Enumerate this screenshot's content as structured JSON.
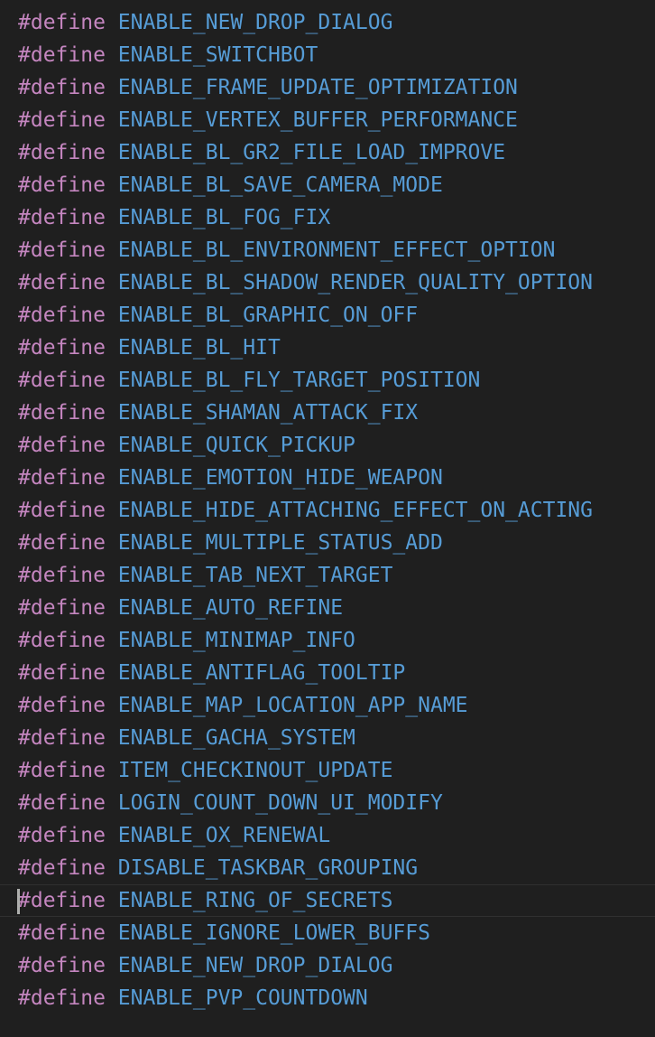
{
  "editor": {
    "keyword": "#define",
    "active_line_index": 27,
    "lines": [
      {
        "macro": "ENABLE_NEW_DROP_DIALOG"
      },
      {
        "macro": "ENABLE_SWITCHBOT"
      },
      {
        "macro": "ENABLE_FRAME_UPDATE_OPTIMIZATION"
      },
      {
        "macro": "ENABLE_VERTEX_BUFFER_PERFORMANCE"
      },
      {
        "macro": "ENABLE_BL_GR2_FILE_LOAD_IMPROVE"
      },
      {
        "macro": "ENABLE_BL_SAVE_CAMERA_MODE"
      },
      {
        "macro": "ENABLE_BL_FOG_FIX"
      },
      {
        "macro": "ENABLE_BL_ENVIRONMENT_EFFECT_OPTION"
      },
      {
        "macro": "ENABLE_BL_SHADOW_RENDER_QUALITY_OPTION"
      },
      {
        "macro": "ENABLE_BL_GRAPHIC_ON_OFF"
      },
      {
        "macro": "ENABLE_BL_HIT"
      },
      {
        "macro": "ENABLE_BL_FLY_TARGET_POSITION"
      },
      {
        "macro": "ENABLE_SHAMAN_ATTACK_FIX"
      },
      {
        "macro": "ENABLE_QUICK_PICKUP"
      },
      {
        "macro": "ENABLE_EMOTION_HIDE_WEAPON"
      },
      {
        "macro": "ENABLE_HIDE_ATTACHING_EFFECT_ON_ACTING"
      },
      {
        "macro": "ENABLE_MULTIPLE_STATUS_ADD"
      },
      {
        "macro": "ENABLE_TAB_NEXT_TARGET"
      },
      {
        "macro": "ENABLE_AUTO_REFINE"
      },
      {
        "macro": "ENABLE_MINIMAP_INFO"
      },
      {
        "macro": "ENABLE_ANTIFLAG_TOOLTIP"
      },
      {
        "macro": "ENABLE_MAP_LOCATION_APP_NAME"
      },
      {
        "macro": "ENABLE_GACHA_SYSTEM"
      },
      {
        "macro": "ITEM_CHECKINOUT_UPDATE"
      },
      {
        "macro": "LOGIN_COUNT_DOWN_UI_MODIFY"
      },
      {
        "macro": "ENABLE_OX_RENEWAL"
      },
      {
        "macro": "DISABLE_TASKBAR_GROUPING"
      },
      {
        "macro": "ENABLE_RING_OF_SECRETS"
      },
      {
        "macro": "ENABLE_IGNORE_LOWER_BUFFS"
      },
      {
        "macro": "ENABLE_NEW_DROP_DIALOG"
      },
      {
        "macro": "ENABLE_PVP_COUNTDOWN"
      }
    ]
  },
  "colors": {
    "background": "#1f1f1f",
    "keyword": "#c586c0",
    "macro": "#569cd6",
    "cursor": "#aeafad",
    "active_line_border": "#303030"
  }
}
